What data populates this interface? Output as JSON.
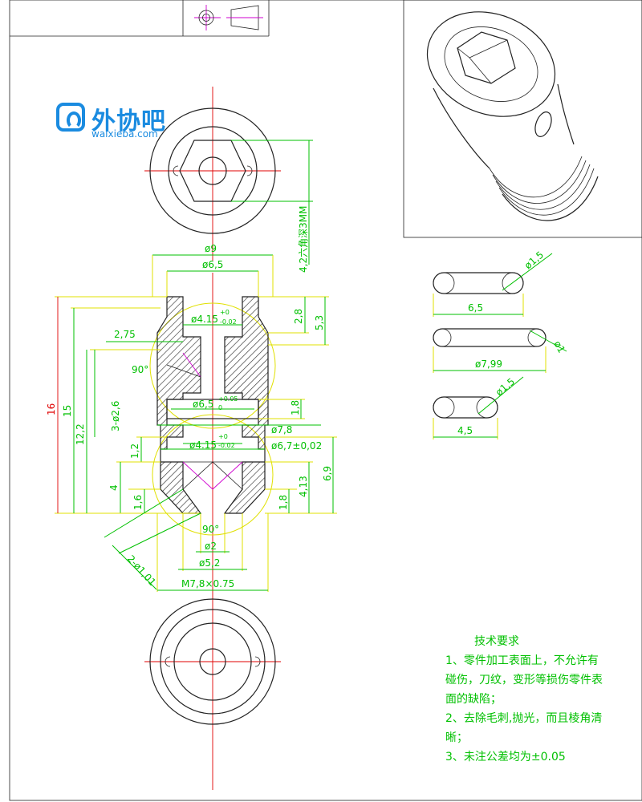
{
  "logo": {
    "name": "外协吧",
    "url": "waixieba.com"
  },
  "dims": {
    "d9": "ø9",
    "d65": "ø6,5",
    "d415_top": "ø4.15",
    "tol_top_up": "+0",
    "tol_top_lo": "-0.02",
    "d28": "2,8",
    "d53": "5,3",
    "d275": "2,75",
    "ang_90_top": "90°",
    "d326": "3-ø2,6",
    "d65_groove": "ø6,5",
    "tol_groove_up": "+0.05",
    "tol_groove_lo": "0",
    "d18": "1,8",
    "d78": "ø7,8",
    "d415_bot": "ø4.15",
    "tol_bot_up": "+0",
    "tol_bot_lo": "-0.02",
    "d67": "ø6,7±0,02",
    "d69": "6,9",
    "d12": "1,2",
    "d4": "4",
    "d413": "4,13",
    "d16s": "1,6",
    "d18b": "1,8",
    "ang_90_bot": "90°",
    "d2": "ø2",
    "d52": "ø5,2",
    "m78": "M7,8×0.75",
    "d2x": "2-ø1,01",
    "d16": "16",
    "d15": "15",
    "d122": "12,2",
    "hex_note": "4,2六角深3MM",
    "oring1_w": "6,5",
    "oring1_d": "ø1,5",
    "oring2_w": "ø7,99",
    "oring2_d": "ø1",
    "oring3_w": "4,5",
    "oring3_d": "ø1,5"
  },
  "notes": {
    "title": "技术要求",
    "items": [
      "1、零件加工表面上，不允许有碰伤，刀纹，变形等损伤零件表面的缺陷；",
      "2、去除毛刺,抛光，而且棱角清晰；",
      "3、未注公差均为±0.05"
    ]
  }
}
